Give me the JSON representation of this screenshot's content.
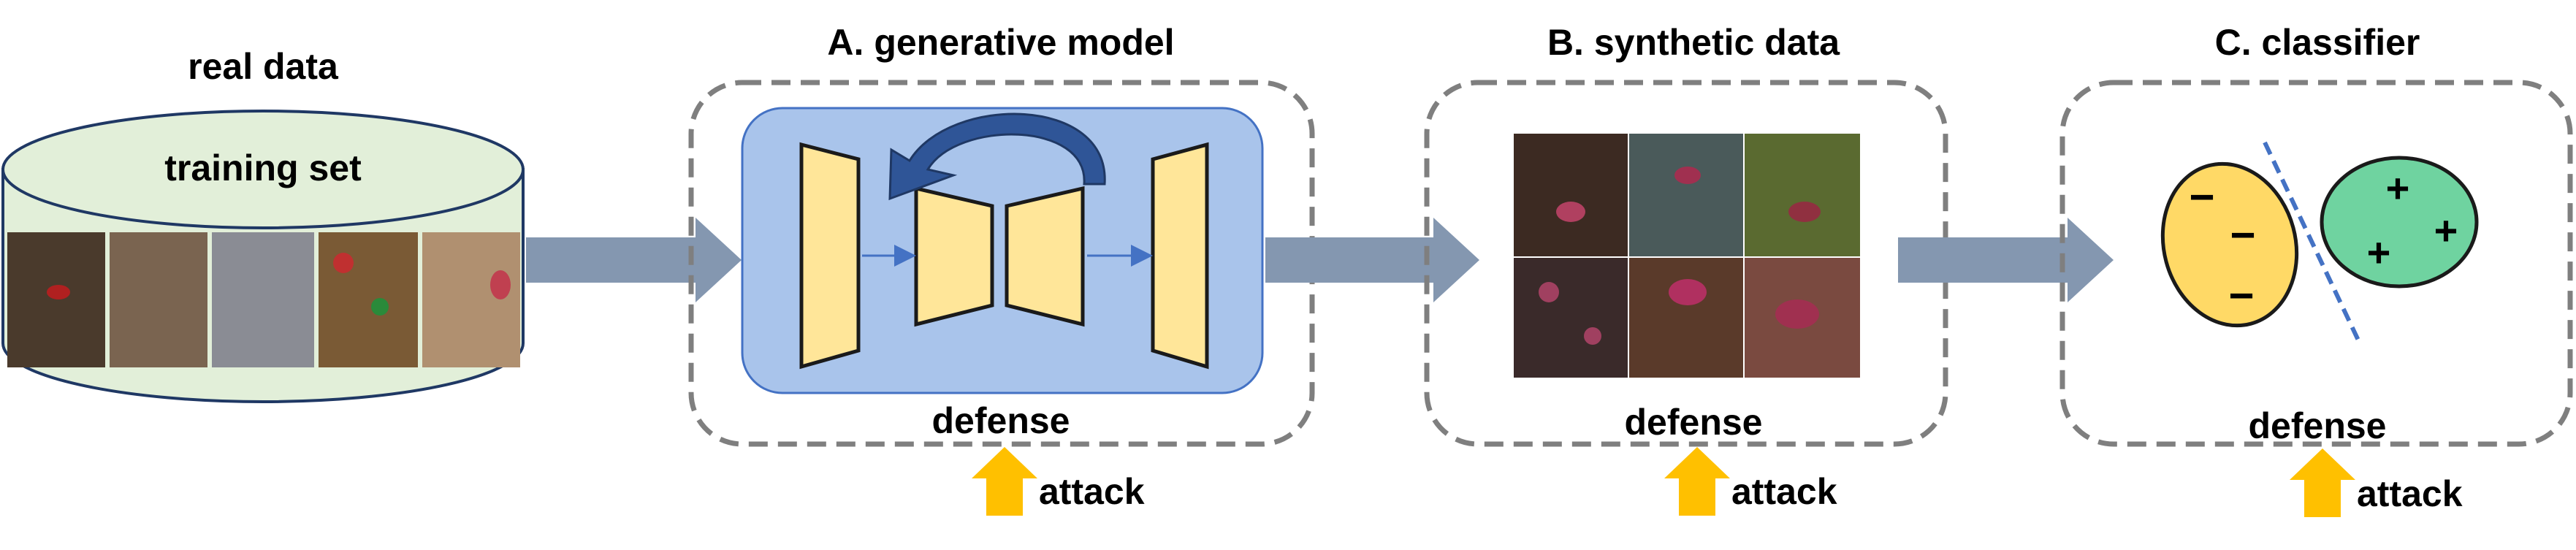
{
  "real_data": {
    "title": "real data",
    "training_set": "training set",
    "photo_tints": [
      "#4a3a2c",
      "#7a6450",
      "#8a8c94",
      "#7a5a35",
      "#b09070"
    ]
  },
  "generative_model": {
    "title": "A. generative model",
    "defense": "defense",
    "attack": "attack"
  },
  "synthetic_data": {
    "title": "B. synthetic data",
    "defense": "defense",
    "attack": "attack",
    "photo_tints": [
      "#3c2a22",
      "#4a5a5a",
      "#5a6a30",
      "#3a2a2a",
      "#5a3a2a",
      "#7a4a40"
    ]
  },
  "classifier": {
    "title": "C. classifier",
    "defense": "defense",
    "attack": "attack",
    "negative_class_symbols": [
      "−",
      "−",
      "−"
    ],
    "positive_class_symbols": [
      "+",
      "+",
      "+"
    ]
  },
  "colors": {
    "cylinder_fill": "#e2efd9",
    "cylinder_stroke": "#1f3864",
    "flow_arrow": "#8497b0",
    "model_box_fill": "#a9c4eb",
    "model_box_stroke": "#4472c4",
    "layer_fill": "#ffe699",
    "layer_stroke": "#1a1a1a",
    "skip_arrow": "#2f5597",
    "dashed_border": "#7f7f7f",
    "attack_arrow": "#ffc000",
    "class_negative": "#ffd966",
    "class_positive": "#6fd3a0",
    "decision_boundary": "#4472c4"
  }
}
